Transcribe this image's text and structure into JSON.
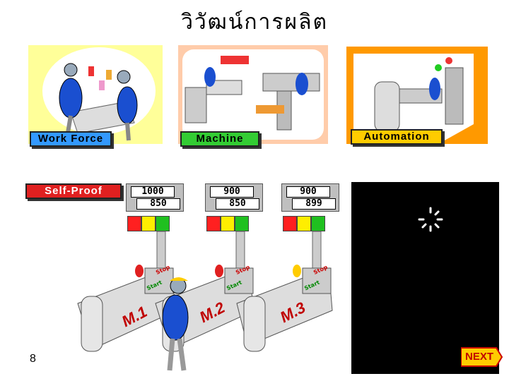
{
  "title": "วิวัฒน์การผลิต",
  "panels": [
    {
      "label": "Work Force"
    },
    {
      "label": "Machine"
    },
    {
      "label": "Automation"
    }
  ],
  "self_proof": {
    "label": "Self-Proof"
  },
  "machines": [
    {
      "label": "M.1",
      "counter_top": "1000",
      "counter_bottom": "850",
      "stop": "Stop",
      "start": "Start"
    },
    {
      "label": "M.2",
      "counter_top": "900",
      "counter_bottom": "850",
      "stop": "Stop",
      "start": "Start"
    },
    {
      "label": "M.3",
      "counter_top": "900",
      "counter_bottom": "899",
      "stop": "Stop",
      "start": "Start"
    }
  ],
  "page_number": "8",
  "next_label": "NEXT",
  "colors": {
    "work_force_label_bg": "#3399ff",
    "machine_label_bg": "#33cc33",
    "automation_label_bg": "#ffcc00",
    "self_proof_bg": "#e02020",
    "panel1_bg": "#ffff99",
    "panel2_bg": "#ffccaa",
    "panel3_bg": "#ff9900",
    "light_red": "#ff2020",
    "light_yellow": "#ffee00",
    "light_green": "#20c020"
  }
}
